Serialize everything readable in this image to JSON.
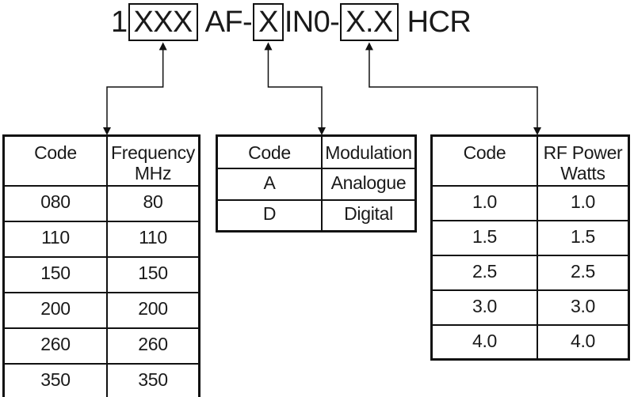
{
  "title": {
    "full_code": "1XXX AF-XIN0-X.X HCR",
    "segments": [
      {
        "text": "1",
        "boxed": false
      },
      {
        "text": "XXX",
        "boxed": true,
        "link": "frequency"
      },
      {
        "text": " AF-",
        "boxed": false
      },
      {
        "text": "X",
        "boxed": true,
        "link": "modulation"
      },
      {
        "text": "IN0-",
        "boxed": false
      },
      {
        "text": "X.X",
        "boxed": true,
        "link": "power"
      },
      {
        "text": " HCR",
        "boxed": false
      }
    ]
  },
  "tables": [
    {
      "id": "frequency",
      "headers": [
        "Code",
        "Frequency\nMHz"
      ],
      "rows": [
        [
          "080",
          "80"
        ],
        [
          "110",
          "110"
        ],
        [
          "150",
          "150"
        ],
        [
          "200",
          "200"
        ],
        [
          "260",
          "260"
        ],
        [
          "350",
          "350"
        ]
      ]
    },
    {
      "id": "modulation",
      "headers": [
        "Code",
        "Modulation"
      ],
      "rows": [
        [
          "A",
          "Analogue"
        ],
        [
          "D",
          "Digital"
        ]
      ]
    },
    {
      "id": "power",
      "headers": [
        "Code",
        "RF Power\nWatts"
      ],
      "rows": [
        [
          "1.0",
          "1.0"
        ],
        [
          "1.5",
          "1.5"
        ],
        [
          "2.5",
          "2.5"
        ],
        [
          "3.0",
          "3.0"
        ],
        [
          "4.0",
          "4.0"
        ]
      ]
    }
  ],
  "colors": {
    "ink": "#1a1a1a",
    "border": "#111111",
    "background": "#ffffff"
  }
}
